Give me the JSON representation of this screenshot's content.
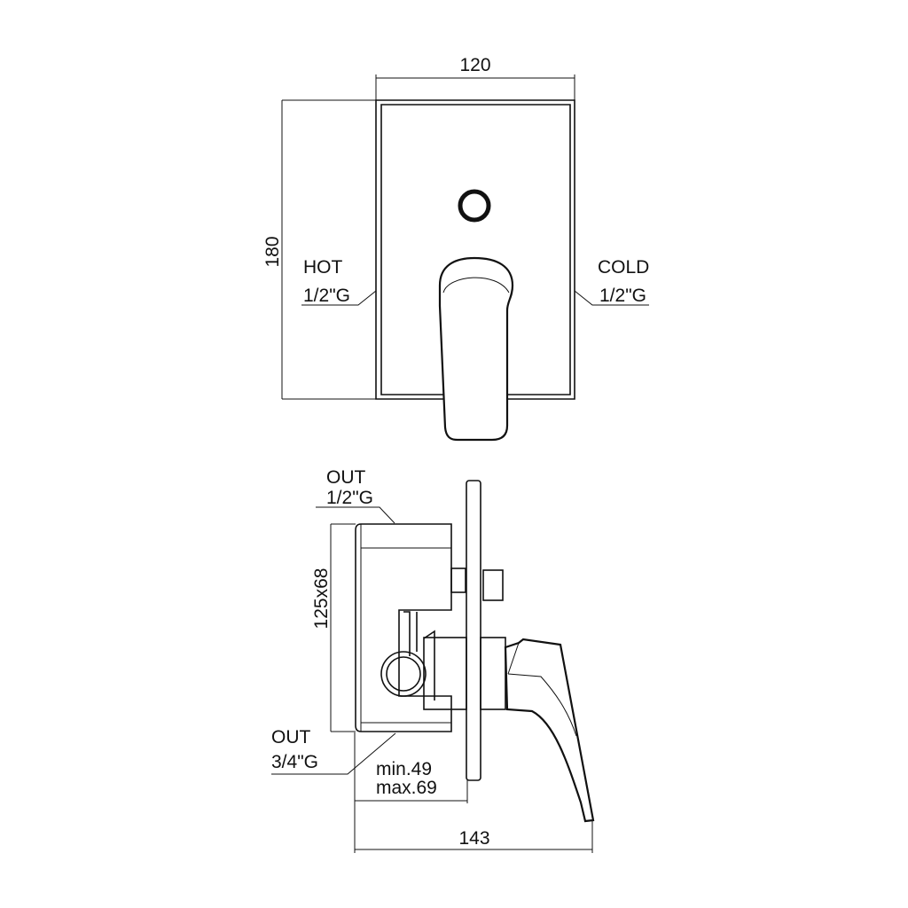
{
  "front_view": {
    "width_dim": "120",
    "height_dim": "180",
    "hot_label": "HOT",
    "hot_size": "1/2\"G",
    "cold_label": "COLD",
    "cold_size": "1/2\"G"
  },
  "side_view": {
    "out_top_label": "OUT",
    "out_top_size": "1/2\"G",
    "box_dim": "125x68",
    "out_bottom_label": "OUT",
    "out_bottom_size": "3/4\"G",
    "min_depth": "min.49",
    "max_depth": "max.69",
    "total_depth": "143"
  }
}
